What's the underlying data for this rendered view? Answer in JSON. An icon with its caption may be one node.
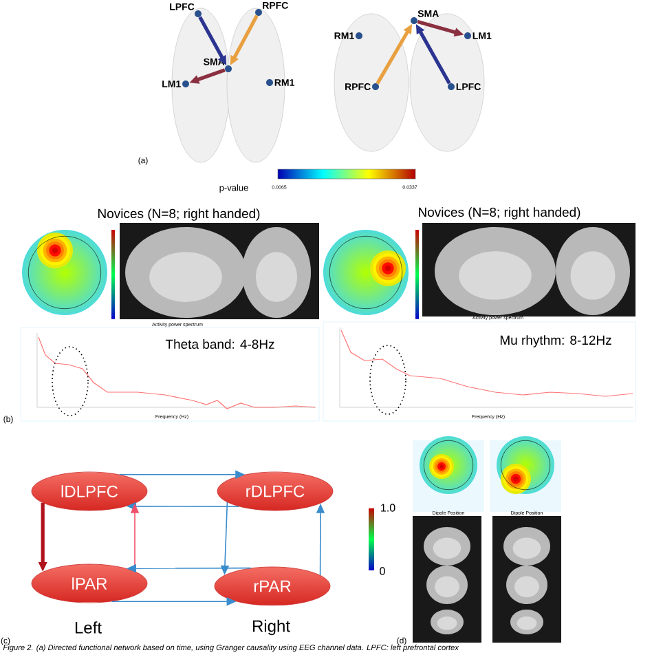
{
  "diagram": {
    "caption": "Figure 2. (a) Directed functional network based on time, using Granger causality using EEG channel data. LPFC: left prefrontal cortex",
    "nodes": [
      {
        "text": [
          "LPFC"
        ]
      },
      {
        "text": [
          "RPFC"
        ]
      },
      {
        "text": [
          "SMA"
        ]
      },
      {
        "text": [
          "LM1"
        ]
      },
      {
        "text": [
          "RM1"
        ]
      },
      {
        "text": [
          "SMA"
        ]
      },
      {
        "text": [
          "RM1"
        ]
      },
      {
        "text": [
          "LM1"
        ]
      },
      {
        "text": [
          "RPFC"
        ]
      },
      {
        "text": [
          "LPFC"
        ]
      },
      {
        "text": [
          "lDLPFC"
        ]
      },
      {
        "text": [
          "rDLPFC"
        ]
      },
      {
        "text": [
          "lPAR"
        ]
      },
      {
        "text": [
          "rPAR"
        ]
      }
    ],
    "edges": [
      {
        "from": 0,
        "to": 2,
        "arrow": "to",
        "style": "thick",
        "color": "#2b3490"
      },
      {
        "from": 1,
        "to": 2,
        "arrow": "to",
        "style": "thick",
        "color": "#e8a040"
      },
      {
        "from": 2,
        "to": 3,
        "arrow": "to",
        "style": "thick",
        "color": "#8a3040"
      },
      {
        "from": 5,
        "to": 7,
        "arrow": "to",
        "style": "thick",
        "color": "#8a3040"
      },
      {
        "from": 8,
        "to": 5,
        "arrow": "to",
        "style": "thick",
        "color": "#e8a040"
      },
      {
        "from": 9,
        "to": 5,
        "arrow": "to",
        "style": "thick",
        "color": "#2b3490"
      },
      {
        "from": 10,
        "to": 11,
        "arrow": "to"
      },
      {
        "from": 11,
        "to": 10,
        "arrow": "to"
      },
      {
        "from": 10,
        "to": 12,
        "arrow": "to",
        "style": "thick",
        "color": "#b0141e"
      },
      {
        "from": 12,
        "to": 10,
        "arrow": "to",
        "color": "#f0506a"
      },
      {
        "from": 11,
        "to": 13,
        "arrow": "to"
      },
      {
        "from": 13,
        "to": 11,
        "arrow": "to"
      },
      {
        "from": 13,
        "to": 12,
        "arrow": "to"
      },
      {
        "from": 12,
        "to": 13,
        "arrow": "to"
      }
    ],
    "labels": [
      "(a)",
      "p-value",
      "0.0065",
      "0.0337",
      "Novices (N=8; right handed)",
      "Activity power spectrum",
      "Theta band: 4-8Hz",
      "Frequency (Hz)",
      "Novices (N=8; right handed)",
      "Activity power spectrum",
      "Mu rhythm: 8-12Hz",
      "Frequency (Hz)",
      "(b)",
      "1.0",
      "0",
      "Dipole Position",
      "Dipole Position",
      "Left",
      "Right",
      "(c)",
      "(d)"
    ]
  }
}
